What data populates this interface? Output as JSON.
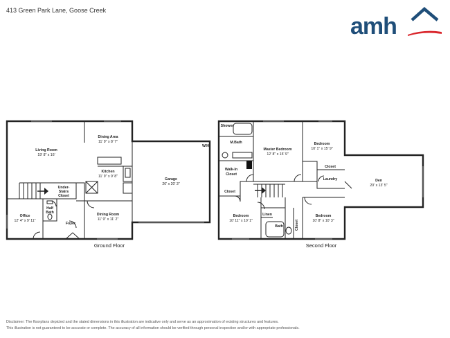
{
  "header": {
    "address": "413 Green Park Lane, Goose Creek",
    "logo_text": "amh",
    "brand_color": "#1f4e79",
    "accent_color": "#d9252b"
  },
  "floors": [
    {
      "title": "Ground Floor",
      "rooms": [
        {
          "name": "Living Room",
          "dims": "19' 8\" x 16'"
        },
        {
          "name": "Dining Area",
          "dims": "11' 9\" x 8' 7\""
        },
        {
          "name": "Kitchen",
          "dims": "11' 9\" x 9' 8\""
        },
        {
          "name": "Garage",
          "dims": "20' x 20' 3\""
        },
        {
          "name": "Office",
          "dims": "12' 4\" x 9' 11\""
        },
        {
          "name": "Dining Room",
          "dims": "11' 9\" x 11' 2\""
        },
        {
          "name": "Under-Stairs Closet"
        },
        {
          "name": "Half Bath"
        },
        {
          "name": "Foyer"
        }
      ],
      "labels": {
        "under_1": "Under-",
        "under_2": "Stairs",
        "under_3": "Closet",
        "half_1": "Half",
        "half_2": "Bath",
        "wh": "W/H"
      }
    },
    {
      "title": "Second Floor",
      "rooms": [
        {
          "name": "Master Bedroom",
          "dims": "12' 8\" x 15' 9\""
        },
        {
          "name": "Bedroom",
          "dims": "10' 1\" x 15' 9\""
        },
        {
          "name": "Den",
          "dims": "20' x 13' 5\""
        },
        {
          "name": "Bedroom",
          "dims": "10' 11\" x 10' 1\""
        },
        {
          "name": "Bedroom",
          "dims": "10' 8\" x 10' 3\""
        },
        {
          "name": "Shower"
        },
        {
          "name": "M.Bath"
        },
        {
          "name": "Walk-In Closet"
        },
        {
          "name": "Closet"
        },
        {
          "name": "Laundry"
        },
        {
          "name": "Closet"
        },
        {
          "name": "Linen"
        },
        {
          "name": "Bath"
        },
        {
          "name": "Closet"
        }
      ],
      "labels": {
        "walkin_1": "Walk-In",
        "walkin_2": "Closet"
      }
    }
  ],
  "disclaimer": [
    "Disclaimer: The floorplans depicted and the stated dimensions in this illustration are indicative only and serve as an approximation of existing structures and features.",
    "This illustration is not guaranteed to be accurate or complete. The accuracy of all information should be verified through personal inspection and/or with appropriate professionals."
  ]
}
